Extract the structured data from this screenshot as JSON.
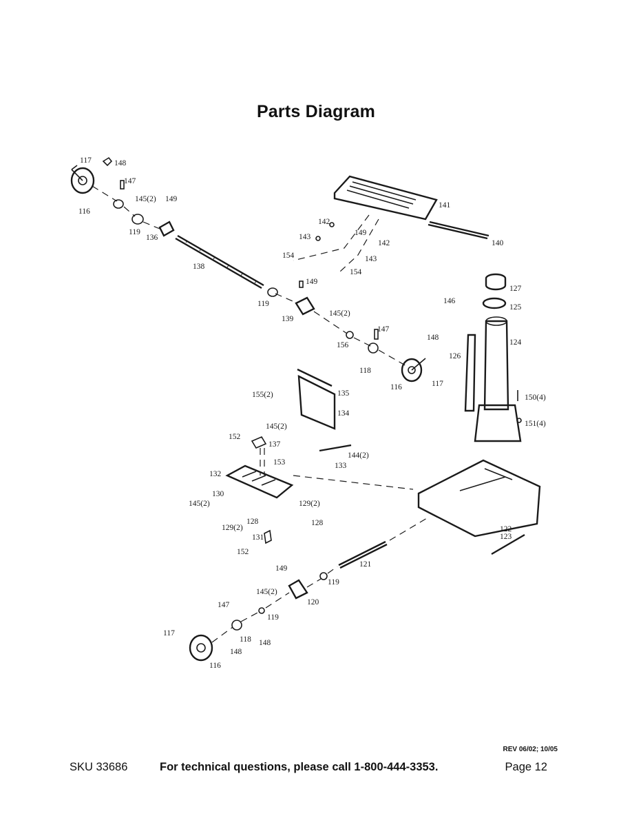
{
  "page": {
    "title": "Parts Diagram",
    "revision": "REV 06/02; 10/05",
    "sku": "SKU 33686",
    "tech_line": "For technical questions, please call 1-800-444-3353.",
    "page_number": "Page 12"
  },
  "parts": [
    {
      "id": "p117a",
      "label": "117"
    },
    {
      "id": "p148a",
      "label": "148"
    },
    {
      "id": "p147a",
      "label": "147"
    },
    {
      "id": "p116a",
      "label": "116"
    },
    {
      "id": "p145a",
      "label": "145(2)"
    },
    {
      "id": "p149a",
      "label": "149"
    },
    {
      "id": "p119a",
      "label": "119"
    },
    {
      "id": "p136",
      "label": "136"
    },
    {
      "id": "p138",
      "label": "138"
    },
    {
      "id": "p119b",
      "label": "119"
    },
    {
      "id": "p149b",
      "label": "149"
    },
    {
      "id": "p139",
      "label": "139"
    },
    {
      "id": "p145b",
      "label": "145(2)"
    },
    {
      "id": "p156",
      "label": "156"
    },
    {
      "id": "p147b",
      "label": "147"
    },
    {
      "id": "p148b",
      "label": "148"
    },
    {
      "id": "p118a",
      "label": "118"
    },
    {
      "id": "p116b",
      "label": "116"
    },
    {
      "id": "p117b",
      "label": "117"
    },
    {
      "id": "p141",
      "label": "141"
    },
    {
      "id": "p142a",
      "label": "142"
    },
    {
      "id": "p149c",
      "label": "149"
    },
    {
      "id": "p143a",
      "label": "143"
    },
    {
      "id": "p142b",
      "label": "142"
    },
    {
      "id": "p154a",
      "label": "154"
    },
    {
      "id": "p143b",
      "label": "143"
    },
    {
      "id": "p154b",
      "label": "154"
    },
    {
      "id": "p140",
      "label": "140"
    },
    {
      "id": "p127",
      "label": "127"
    },
    {
      "id": "p146",
      "label": "146"
    },
    {
      "id": "p125",
      "label": "125"
    },
    {
      "id": "p124",
      "label": "124"
    },
    {
      "id": "p126",
      "label": "126"
    },
    {
      "id": "p150",
      "label": "150(4)"
    },
    {
      "id": "p151",
      "label": "151(4)"
    },
    {
      "id": "p155",
      "label": "155(2)"
    },
    {
      "id": "p135",
      "label": "135"
    },
    {
      "id": "p134",
      "label": "134"
    },
    {
      "id": "p145c",
      "label": "145(2)"
    },
    {
      "id": "p152a",
      "label": "152"
    },
    {
      "id": "p137",
      "label": "137"
    },
    {
      "id": "p144",
      "label": "144(2)"
    },
    {
      "id": "p153",
      "label": "153"
    },
    {
      "id": "p133",
      "label": "133"
    },
    {
      "id": "p132",
      "label": "132"
    },
    {
      "id": "p130",
      "label": "130"
    },
    {
      "id": "p129a",
      "label": "129(2)"
    },
    {
      "id": "p145d",
      "label": "145(2)"
    },
    {
      "id": "p128a",
      "label": "128"
    },
    {
      "id": "p129b",
      "label": "129(2)"
    },
    {
      "id": "p128b",
      "label": "128"
    },
    {
      "id": "p131",
      "label": "131"
    },
    {
      "id": "p152b",
      "label": "152"
    },
    {
      "id": "p122",
      "label": "122"
    },
    {
      "id": "p123",
      "label": "123"
    },
    {
      "id": "p121",
      "label": "121"
    },
    {
      "id": "p149d",
      "label": "149"
    },
    {
      "id": "p119c",
      "label": "119"
    },
    {
      "id": "p145e",
      "label": "145(2)"
    },
    {
      "id": "p120",
      "label": "120"
    },
    {
      "id": "p147c",
      "label": "147"
    },
    {
      "id": "p119d",
      "label": "119"
    },
    {
      "id": "p117c",
      "label": "117"
    },
    {
      "id": "p118b",
      "label": "118"
    },
    {
      "id": "p148c",
      "label": "148"
    },
    {
      "id": "p148d",
      "label": "148"
    },
    {
      "id": "p116c",
      "label": "116"
    }
  ]
}
